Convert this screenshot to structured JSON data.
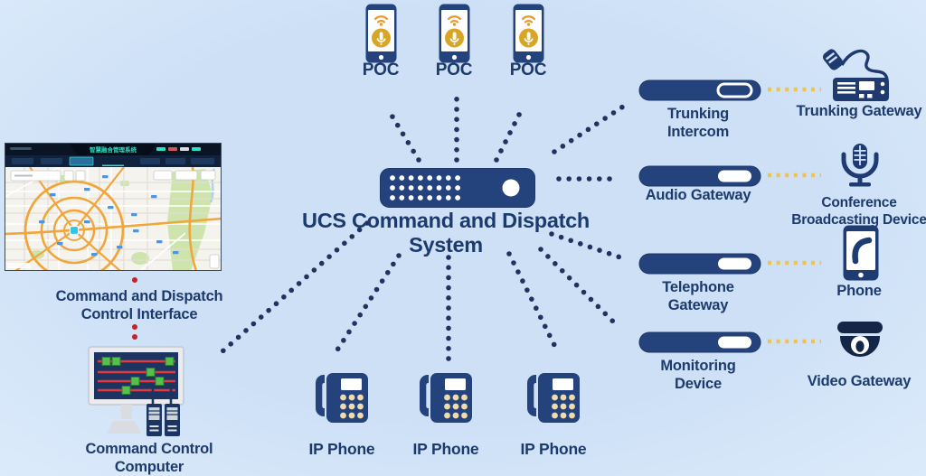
{
  "title": "UCS Command and Dispatch System",
  "colors": {
    "background": "#cde0f6",
    "navy": "#24427c",
    "navy_dark": "#1e3a6e",
    "label_text": "#1d3a6c",
    "connector_dot": "#1e335f",
    "red_dot": "#c42127",
    "yellow_dot": "#f0c34e",
    "poc_gold": "#d9a526",
    "map_accent_teal": "#2fe0c4"
  },
  "poc_phones": [
    {
      "label": "POC"
    },
    {
      "label": "POC"
    },
    {
      "label": "POC"
    }
  ],
  "control_interface_label": {
    "line1": "Command and Dispatch",
    "line2": "Control Interface"
  },
  "control_computer_label": {
    "line1": "Command Control",
    "line2": "Computer"
  },
  "map": {
    "title": "智慧融合管理系统"
  },
  "gateway_rows": [
    {
      "pill_line1": "Trunking",
      "pill_line2": "Intercom",
      "device_line1": "Trunking Gateway",
      "device_line2": ""
    },
    {
      "pill_line1": "Audio Gateway",
      "pill_line2": "",
      "device_line1": "Conference",
      "device_line2": "Broadcasting Device"
    },
    {
      "pill_line1": "Telephone",
      "pill_line2": "Gateway",
      "device_line1": "Phone",
      "device_line2": ""
    },
    {
      "pill_line1": "Monitoring",
      "pill_line2": "Device",
      "device_line1": "Video Gateway",
      "device_line2": ""
    }
  ],
  "ip_phones": [
    {
      "label": "IP Phone"
    },
    {
      "label": "IP Phone"
    },
    {
      "label": "IP Phone"
    }
  ]
}
